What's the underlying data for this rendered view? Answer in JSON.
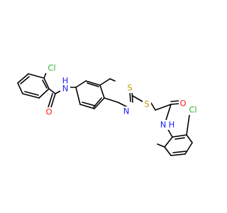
{
  "colors": {
    "background": "#ffffff",
    "bond": "#000000",
    "Cl": "#2db32d",
    "N": "#2020ff",
    "O": "#ff1a1a",
    "S": "#b3a000"
  },
  "atom_labels": {
    "cl_top": "Cl",
    "nh_amide": "H",
    "n_amide": "N",
    "o_benzamide": "O",
    "s_ring": "S",
    "n_ring": "N",
    "s_thioether": "S",
    "o_acetamide": "O",
    "nh_anilide": "N",
    "h_anilide": "H",
    "cl_right": "Cl"
  }
}
